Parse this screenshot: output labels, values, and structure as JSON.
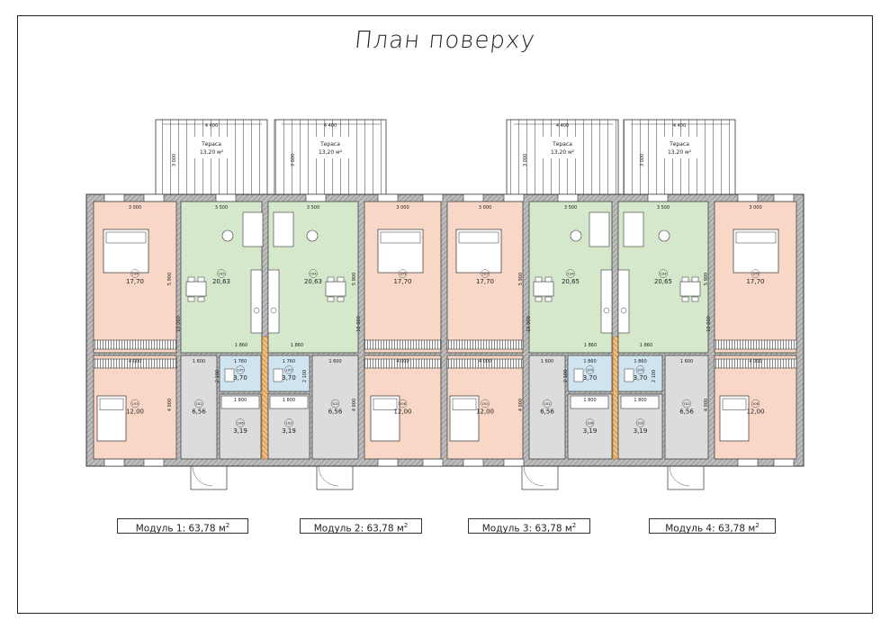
{
  "title": "План поверху",
  "colors": {
    "bedroom": "#f8d7c6",
    "living": "#d5e8cc",
    "service": "#dcdcdc",
    "bath": "#cfe4ef",
    "wall": "#9a9a9a",
    "wood": "#e2a050",
    "line": "#222222"
  },
  "terraces": [
    {
      "label": "Тераса",
      "area": "13,20 м²",
      "dim_w": "4 400",
      "dim_h": "3 000"
    },
    {
      "label": "Тераса",
      "area": "13,20 м²",
      "dim_w": "4 400",
      "dim_h": "3 000"
    },
    {
      "label": "Тераса",
      "area": "13,20 м²",
      "dim_w": "4 400",
      "dim_h": "3 000"
    },
    {
      "label": "Тераса",
      "area": "13,20 м²",
      "dim_w": "4 400",
      "dim_h": "3 000"
    }
  ],
  "rooms": [
    {
      "num": "104",
      "area": "17,70",
      "kind": "bedroom",
      "dim": "3 000"
    },
    {
      "num": "103",
      "area": "12,00",
      "kind": "bedroom",
      "dim": "4 000"
    },
    {
      "num": "105",
      "area": "20,63",
      "kind": "living",
      "dim": "3 500"
    },
    {
      "num": "104",
      "area": "20,63",
      "kind": "living",
      "dim": "3 500"
    },
    {
      "num": "101",
      "area": "6,56",
      "kind": "service",
      "dim": "1 600"
    },
    {
      "num": "105",
      "area": "3,70",
      "kind": "bath",
      "dim": "1 760"
    },
    {
      "num": "105",
      "area": "3,70",
      "kind": "bath",
      "dim": "1 760"
    },
    {
      "num": "106",
      "area": "3,19",
      "kind": "service",
      "dim": "1 800"
    },
    {
      "num": "102",
      "area": "3,19",
      "kind": "service",
      "dim": "1 800"
    },
    {
      "num": "101",
      "area": "6,56",
      "kind": "service",
      "dim": "1 600"
    },
    {
      "num": "105",
      "area": "17,70",
      "kind": "bedroom",
      "dim": "3 000"
    },
    {
      "num": "106",
      "area": "12,00",
      "kind": "bedroom",
      "dim": "4 000"
    },
    {
      "num": "103",
      "area": "17,70",
      "kind": "bedroom",
      "dim": "3 000"
    },
    {
      "num": "102",
      "area": "12,00",
      "kind": "bedroom",
      "dim": "4 000"
    },
    {
      "num": "104",
      "area": "20,65",
      "kind": "living",
      "dim": "3 500"
    },
    {
      "num": "104",
      "area": "20,65",
      "kind": "living",
      "dim": "3 500"
    },
    {
      "num": "101",
      "area": "6,56",
      "kind": "service",
      "dim": "1 600"
    },
    {
      "num": "105",
      "area": "3,70",
      "kind": "bath",
      "dim": "1 860"
    },
    {
      "num": "105",
      "area": "3,70",
      "kind": "bath",
      "dim": "1 860"
    },
    {
      "num": "106",
      "area": "3,19",
      "kind": "service",
      "dim": "1 800"
    },
    {
      "num": "102",
      "area": "3,19",
      "kind": "service",
      "dim": "1 800"
    },
    {
      "num": "101",
      "area": "6,56",
      "kind": "service",
      "dim": "1 600"
    },
    {
      "num": "105",
      "area": "17,70",
      "kind": "bedroom",
      "dim": "3 000"
    },
    {
      "num": "106",
      "area": "12,00",
      "kind": "bedroom",
      "dim": "4 000"
    }
  ],
  "dims": {
    "depth": "10 000",
    "bedroom_h": "5 900",
    "lower_h": "4 000",
    "wc_w": "1 860",
    "wc_h": "2 100"
  },
  "modules": [
    {
      "label": "Модуль 1: 63,78 м",
      "sup": "2"
    },
    {
      "label": "Модуль 2: 63,78 м",
      "sup": "2"
    },
    {
      "label": "Модуль 3: 63,78 м",
      "sup": "2"
    },
    {
      "label": "Модуль 4: 63,78 м",
      "sup": "2"
    }
  ]
}
